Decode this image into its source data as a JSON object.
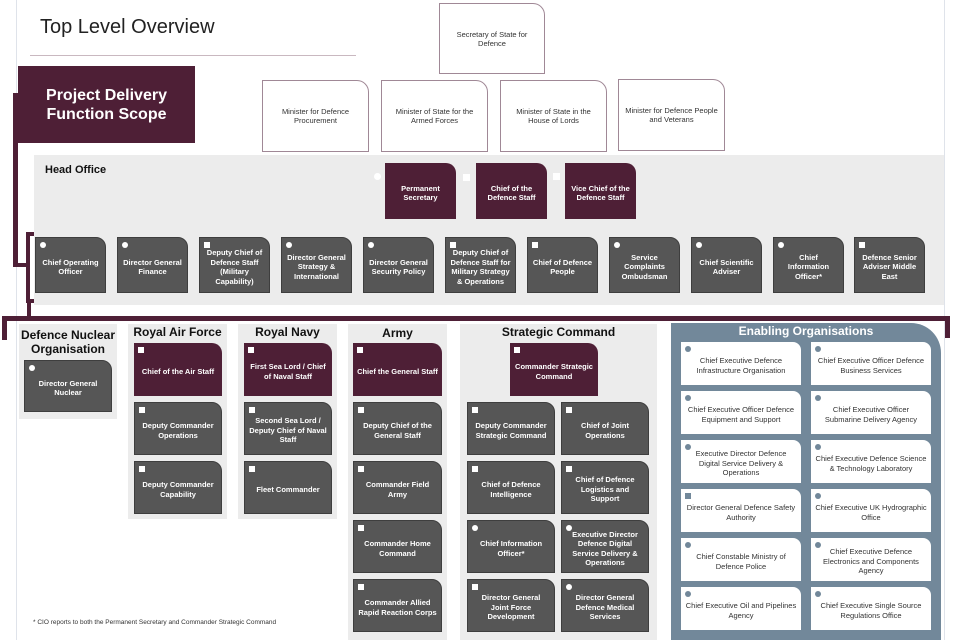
{
  "page": {
    "title": "Top Level Overview",
    "scope_label": "Project Delivery Function Scope",
    "footnote": "* CIO reports to both the Permanent Secretary and Commander Strategic Command"
  },
  "colors": {
    "plum": "#4e1f36",
    "dark_card": "#565656",
    "group_bg": "#ececec",
    "enabling_bg": "#72889a"
  },
  "secretary": "Secretary of State for Defence",
  "ministers": [
    "Minister for Defence Procurement",
    "Minister of State for the Armed Forces",
    "Minister of State in the House of Lords",
    "Minister for Defence People and Veterans"
  ],
  "head_office": {
    "label": "Head Office",
    "top": [
      {
        "label": "Permanent Secretary",
        "marker": "circle"
      },
      {
        "label": "Chief of the Defence Staff",
        "marker": "square"
      },
      {
        "label": "Vice Chief of the Defence Staff",
        "marker": "square"
      }
    ],
    "row": [
      {
        "label": "Chief Operating Officer",
        "marker": "circle",
        "in_scope": true
      },
      {
        "label": "Director General Finance",
        "marker": "circle"
      },
      {
        "label": "Deputy Chief of Defence Staff (Military Capability)",
        "marker": "square"
      },
      {
        "label": "Director General Strategy & International",
        "marker": "circle"
      },
      {
        "label": "Director General Security Policy",
        "marker": "circle"
      },
      {
        "label": "Deputy Chief of Defence Staff for Military Strategy & Operations",
        "marker": "square"
      },
      {
        "label": "Chief of Defence People",
        "marker": "square"
      },
      {
        "label": "Service Complaints Ombudsman",
        "marker": "circle"
      },
      {
        "label": "Chief Scientific Adviser",
        "marker": "circle"
      },
      {
        "label": "Chief Information Officer*",
        "marker": "circle"
      },
      {
        "label": "Defence Senior Adviser Middle East",
        "marker": "square"
      }
    ]
  },
  "groups": {
    "nuclear": {
      "title": "Defence Nuclear Organisation",
      "cards": [
        {
          "label": "Director General Nuclear",
          "marker": "circle"
        }
      ]
    },
    "raf": {
      "title": "Royal Air Force",
      "cards": [
        {
          "label": "Chief of the Air Staff",
          "marker": "square",
          "lead": true
        },
        {
          "label": "Deputy Commander Operations",
          "marker": "square"
        },
        {
          "label": "Deputy Commander Capability",
          "marker": "square"
        }
      ]
    },
    "navy": {
      "title": "Royal Navy",
      "cards": [
        {
          "label": "First Sea Lord / Chief of Naval Staff",
          "marker": "square",
          "lead": true
        },
        {
          "label": "Second Sea Lord / Deputy Chief of Naval Staff",
          "marker": "square"
        },
        {
          "label": "Fleet Commander",
          "marker": "square"
        }
      ]
    },
    "army": {
      "title": "Army",
      "cards": [
        {
          "label": "Chief the General Staff",
          "marker": "square",
          "lead": true
        },
        {
          "label": "Deputy Chief of the General Staff",
          "marker": "square"
        },
        {
          "label": "Commander Field Army",
          "marker": "square"
        },
        {
          "label": "Commander Home Command",
          "marker": "square"
        },
        {
          "label": "Commander Allied Rapid Reaction Corps",
          "marker": "square"
        }
      ]
    },
    "strategic": {
      "title": "Strategic Command",
      "cards": [
        {
          "label": "Commander Strategic Command",
          "marker": "square",
          "lead": true
        },
        {
          "label": "Deputy Commander Strategic Command",
          "marker": "square"
        },
        {
          "label": "Chief of Joint Operations",
          "marker": "square"
        },
        {
          "label": "Chief of Defence Intelligence",
          "marker": "square"
        },
        {
          "label": "Chief of Defence Logistics and Support",
          "marker": "square"
        },
        {
          "label": "Chief Information Officer*",
          "marker": "circle"
        },
        {
          "label": "Executive Director Defence Digital Service Delivery & Operations",
          "marker": "circle"
        },
        {
          "label": "Director General Joint Force Development",
          "marker": "square"
        },
        {
          "label": "Director General Defence Medical Services",
          "marker": "circle"
        }
      ]
    },
    "enabling": {
      "title": "Enabling Organisations",
      "cards": [
        {
          "label": "Chief Executive Defence Infrastructure Organisation",
          "marker": "circle"
        },
        {
          "label": "Chief Executive Officer Defence Business Services",
          "marker": "circle"
        },
        {
          "label": "Chief Executive Officer Defence Equipment and Support",
          "marker": "circle"
        },
        {
          "label": "Chief Executive Officer Submarine Delivery Agency",
          "marker": "circle"
        },
        {
          "label": "Executive Director Defence Digital Service Delivery & Operations",
          "marker": "circle"
        },
        {
          "label": "Chief Executive Defence Science & Technology Laboratory",
          "marker": "circle"
        },
        {
          "label": "Director General Defence Safety Authority",
          "marker": "square"
        },
        {
          "label": "Chief Executive UK Hydrographic Office",
          "marker": "circle"
        },
        {
          "label": "Chief Constable Ministry of Defence Police",
          "marker": "circle"
        },
        {
          "label": "Chief Executive Defence Electronics and Components Agency",
          "marker": "circle"
        },
        {
          "label": "Chief Executive Oil and Pipelines Agency",
          "marker": "circle"
        },
        {
          "label": "Chief Executive Single Source Regulations Office",
          "marker": "circle"
        }
      ]
    }
  }
}
